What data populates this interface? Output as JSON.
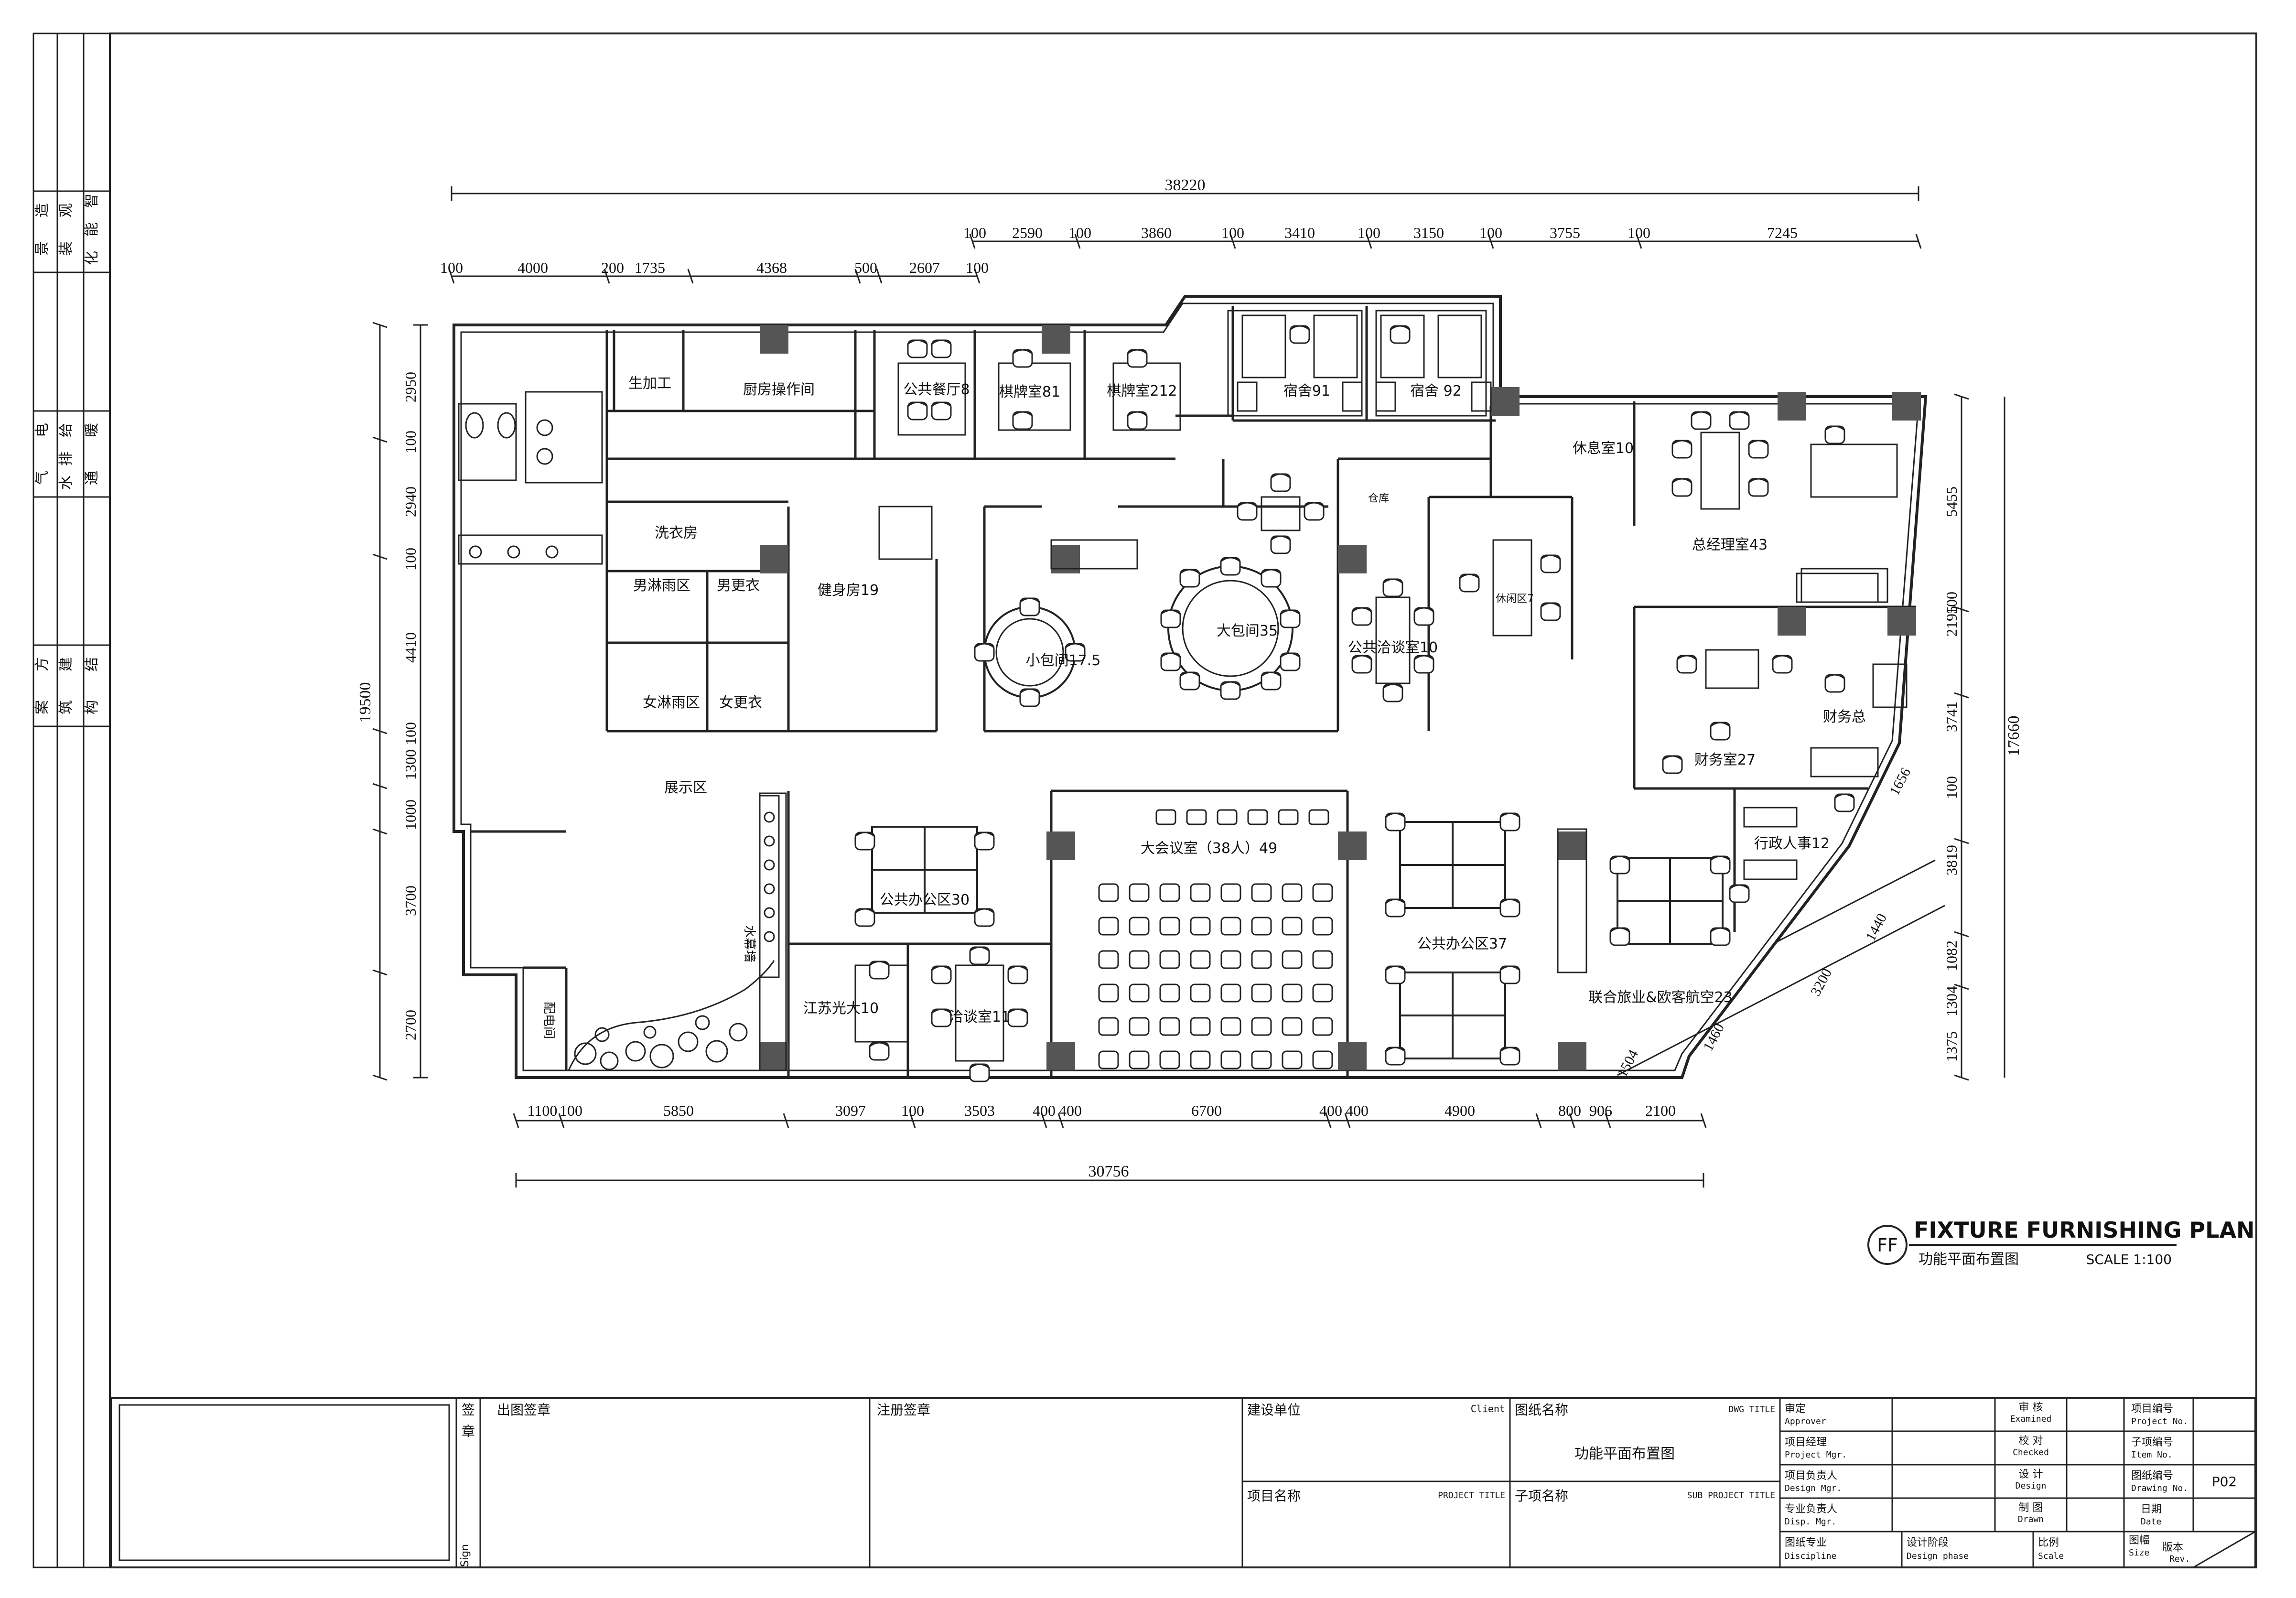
{
  "left_strip": {
    "group1": [
      "造",
      "景",
      "观",
      "装",
      "智",
      "能",
      "化"
    ],
    "group2": [
      "电",
      "气",
      "给",
      "排",
      "水",
      "暖",
      "通"
    ],
    "group3": [
      "方",
      "案",
      "建",
      "筑",
      "结",
      "构"
    ]
  },
  "dimensions": {
    "total_top": "38220",
    "top_row2": [
      "100",
      "2590",
      "100",
      "3860",
      "100",
      "3410",
      "100",
      "3150",
      "100",
      "3755",
      "100",
      "7245"
    ],
    "top_row1": [
      "100",
      "4000",
      "200",
      "1735",
      "4368",
      "500",
      "2607",
      "100"
    ],
    "left_total": "19500",
    "left": [
      "2950",
      "100",
      "2940",
      "100",
      "4410",
      "100",
      "1300",
      "1000",
      "3700",
      "2700"
    ],
    "right_total": "17660",
    "right": [
      "5455",
      "100",
      "2195",
      "3741",
      "100",
      "3819",
      "1082",
      "1304",
      "1375"
    ],
    "diag": [
      "1656",
      "1440",
      "3200",
      "1460",
      "1504"
    ],
    "bottom": [
      "1100",
      "100",
      "5850",
      "3097",
      "100",
      "3503",
      "400",
      "400",
      "6700",
      "400",
      "400",
      "4900",
      "800",
      "906",
      "2100"
    ],
    "bottom_total": "30756"
  },
  "rooms": {
    "food_prep": "生加工",
    "kitchen": "厨房操作间",
    "canteen": "公共餐厅8",
    "chess1": "棋牌室81",
    "chess2": "棋牌室212",
    "dorm1": "宿舍91",
    "dorm2": "宿舍 92",
    "rest": "休息室10",
    "gm": "总经理室43",
    "laundry": "洗衣房",
    "male_shower": "男淋雨区",
    "male_change": "男更衣",
    "female_shower": "女淋雨区",
    "female_change": "女更衣",
    "gym": "健身房19",
    "small_room": "小包间17.5",
    "large_room": "大包间35",
    "storage": "仓库",
    "lounge": "休闲区7",
    "meeting_pub": "公共洽谈室10",
    "finance_head": "财务总",
    "finance": "财务室27",
    "exhibit": "展示区",
    "water": "水幕墙",
    "power": "配电间",
    "office30": "公共办公区30",
    "conference": "大会议室（38人）49",
    "office37": "公共办公区37",
    "admin": "行政人事12",
    "jiangsu": "江苏光大10",
    "negotiation": "洽谈室11",
    "travel": "联合旅业&欧客航空23"
  },
  "title": {
    "badge": "FF",
    "main": "FIXTURE FURNISHING PLAN",
    "sub": "功能平面布置图",
    "scale": "SCALE 1:100"
  },
  "title_block": {
    "sign1": "签",
    "sign2": "章",
    "sign_en": "Sign",
    "out_seal": "出图签章",
    "reg_seal": "注册签章",
    "client_cn": "建设单位",
    "client_en": "Client",
    "project_cn": "项目名称",
    "project_en": "PROJECT TITLE",
    "dwg_cn": "图纸名称",
    "dwg_en": "DWG TITLE",
    "dwg_value": "功能平面布置图",
    "sub_cn": "子项名称",
    "sub_en": "SUB PROJECT TITLE",
    "approver_cn": "审定",
    "approver_en": "Approver",
    "examined_cn": "审 核",
    "examined_en": "Examined",
    "projno_cn": "项目编号",
    "projno_en": "Project No.",
    "pm_cn": "项目经理",
    "pm_en": "Project Mgr.",
    "checked_cn": "校 对",
    "checked_en": "Checked",
    "itemno_cn": "子项编号",
    "itemno_en": "Item No.",
    "dm_cn": "项目负责人",
    "dm_en": "Design Mgr.",
    "design_cn": "设 计",
    "design_en": "Design",
    "dwgno_cn": "图纸编号",
    "dwgno_en": "Drawing No.",
    "dwgno_value": "P02",
    "disp_cn": "专业负责人",
    "disp_en": "Disp. Mgr.",
    "drawn_cn": "制 图",
    "drawn_en": "Drawn",
    "date_cn": "日期",
    "date_en": "Date",
    "disc_cn": "图纸专业",
    "disc_en": "Discipline",
    "phase_cn": "设计阶段",
    "phase_en": "Design phase",
    "scale_cn": "比例",
    "scale_en": "Scale",
    "size_cn": "图幅",
    "size_en": "Size",
    "rev_cn": "版本",
    "rev_en": "Rev."
  }
}
